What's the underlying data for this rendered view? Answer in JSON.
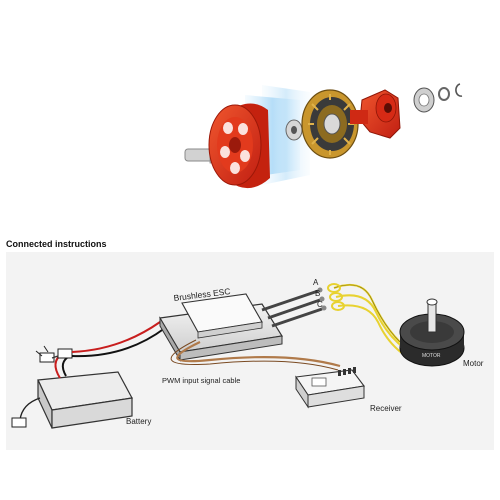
{
  "heading": "Connected instructions",
  "labels": {
    "esc": "Brushless ESC",
    "phase_a": "A",
    "phase_b": "B",
    "phase_c": "C",
    "motor": "Motor",
    "pwm": "PWM input signal cable",
    "receiver": "Receiver",
    "battery": "Battery",
    "motor_stamp": "MOTOR"
  },
  "colors": {
    "rotor_red": "#e0311e",
    "stator_gold": "#c9962d",
    "phase_wire": "#e8d230",
    "signal_wire": "#b07a4a",
    "panel_bg": "#f3f3f3"
  }
}
